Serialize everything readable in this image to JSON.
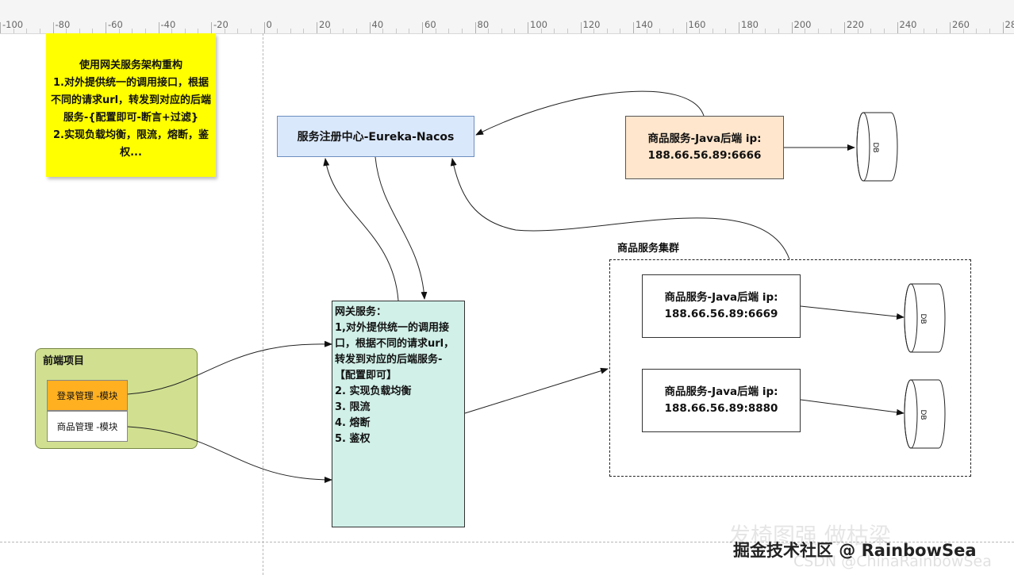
{
  "ruler": {
    "labels": [
      "-100",
      "-80",
      "-60",
      "-40",
      "-20",
      "0",
      "20",
      "40",
      "60",
      "80",
      "100",
      "120",
      "140",
      "160",
      "180",
      "200",
      "220",
      "240",
      "260",
      "280"
    ]
  },
  "note": {
    "text": "使用网关服务架构重构\n1.对外提供统一的调用接口，根据不同的请求url，转发到对应的后端服务-{配置即可-断言+过滤}\n2.实现负载均衡，限流，熔断，鉴权..."
  },
  "registry": {
    "label": "服务注册中心-Eureka-Nacos"
  },
  "service_a": {
    "line1": "商品服务-Java后端 ip:",
    "line2": "188.66.56.89:6666"
  },
  "cluster": {
    "title": "商品服务集群",
    "service_b": {
      "line1": "商品服务-Java后端 ip:",
      "line2": "188.66.56.89:6669"
    },
    "service_c": {
      "line1": "商品服务-Java后端 ip:",
      "line2": "188.66.56.89:8880"
    }
  },
  "gateway": {
    "text": "网关服务：\n1,对外提供统一的调用接口，根据不同的请求url，转发到对应的后端服务-【配置即可】\n2. 实现负载均衡\n3. 限流\n4. 熔断\n5. 鉴权"
  },
  "frontend": {
    "title": "前端项目",
    "login_module": "登录管理 -模块",
    "goods_module": "商品管理 -模块"
  },
  "db": {
    "label": "DB"
  },
  "watermark": {
    "line1": "发椅图强 做枯梁",
    "line2": "掘金技术社区 @ RainbowSea",
    "line3": "CSDN @ChinaRainbowSea"
  },
  "colors": {
    "note": "#ffff00",
    "registry": "#dae8fc",
    "service_a": "#ffe6cc",
    "gateway": "#d0f0e8",
    "frontend": "#d0e090",
    "login_module": "#ffb020"
  }
}
